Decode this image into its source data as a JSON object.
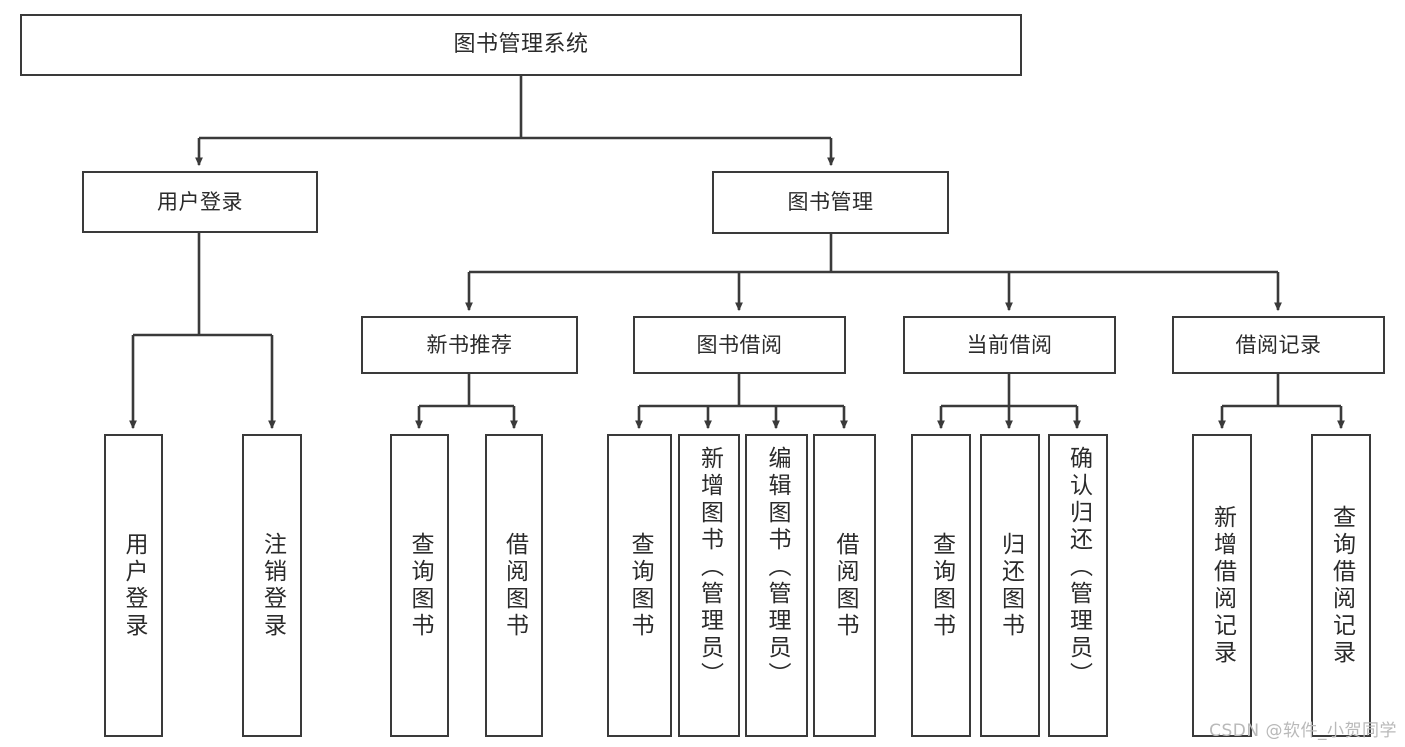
{
  "diagram": {
    "type": "tree-hierarchy-chart",
    "title": "图书管理系统",
    "watermark": "CSDN @软件_小贺同学",
    "colors": {
      "background": "#ffffff",
      "border": "#3a3a3a",
      "text": "#2b2b2b",
      "edge": "#3a3a3a",
      "watermark": "#b9b9b9"
    },
    "levels": {
      "root": {
        "label": "图书管理系统"
      },
      "level1": [
        {
          "label": "用户登录"
        },
        {
          "label": "图书管理"
        }
      ],
      "level2": [
        {
          "label": "新书推荐"
        },
        {
          "label": "图书借阅"
        },
        {
          "label": "当前借阅"
        },
        {
          "label": "借阅记录"
        }
      ],
      "leaves": {
        "user_login": [
          {
            "label": "用户登录"
          },
          {
            "label": "注销登录"
          }
        ],
        "new_book": [
          {
            "label": "查询图书"
          },
          {
            "label": "借阅图书"
          }
        ],
        "borrow": [
          {
            "label": "查询图书"
          },
          {
            "label": "新增图书（管理员）"
          },
          {
            "label": "编辑图书（管理员）"
          },
          {
            "label": "借阅图书"
          }
        ],
        "current": [
          {
            "label": "查询图书"
          },
          {
            "label": "归还图书"
          },
          {
            "label": "确认归还（管理员）"
          }
        ],
        "records": [
          {
            "label": "新增借阅记录"
          },
          {
            "label": "查询借阅记录"
          }
        ]
      }
    }
  }
}
